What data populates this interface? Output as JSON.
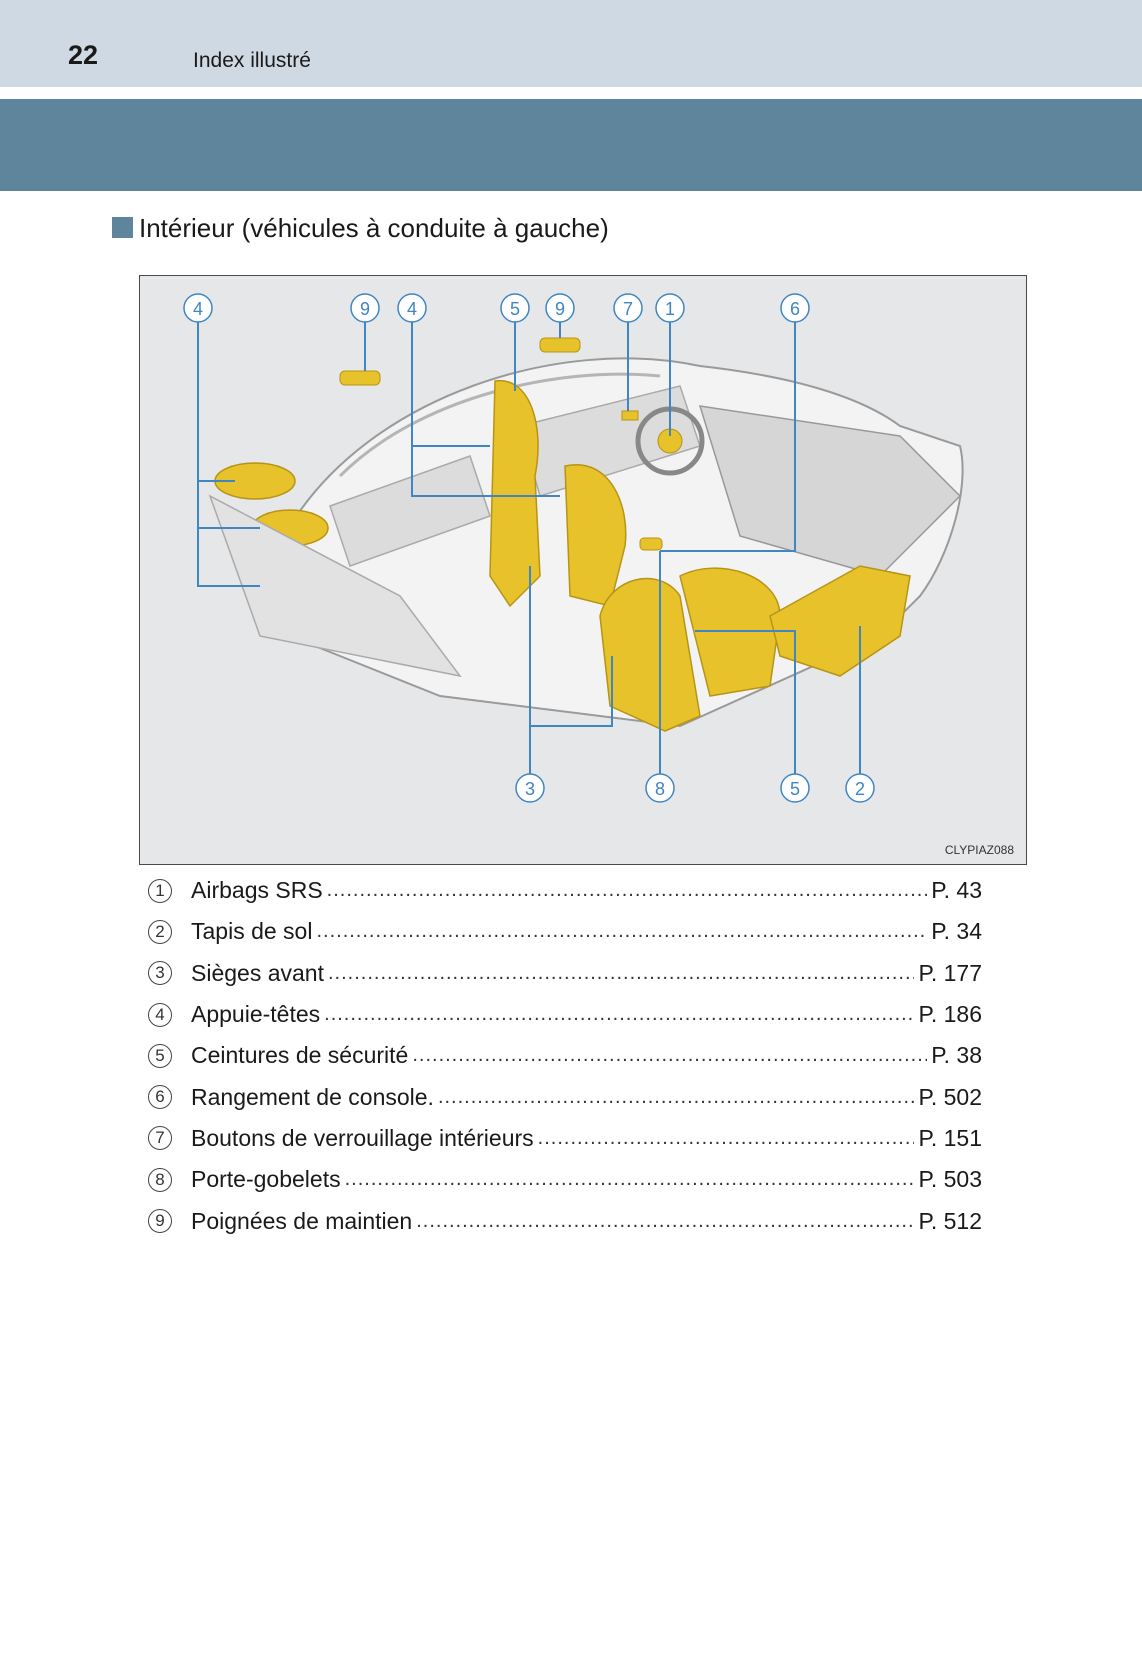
{
  "header": {
    "page_number": "22",
    "title": "Index illustré",
    "band_color": "#5f859d",
    "top_color": "#cfd9e3"
  },
  "section": {
    "title": "Intérieur (véhicules à conduite à gauche)"
  },
  "figure": {
    "code": "CLYPIAZ088",
    "highlight_color": "#e8c22a",
    "callout_color": "#3f86c2",
    "top_callouts": [
      "4",
      "9",
      "4",
      "5",
      "9",
      "7",
      "1",
      "6"
    ],
    "bottom_callouts": [
      "3",
      "8",
      "5",
      "2"
    ]
  },
  "legend": [
    {
      "num": "1",
      "label": "Airbags SRS",
      "page": "P. 43"
    },
    {
      "num": "2",
      "label": "Tapis de sol",
      "page": "P. 34"
    },
    {
      "num": "3",
      "label": "Sièges avant",
      "page": "P. 177"
    },
    {
      "num": "4",
      "label": "Appuie-têtes",
      "page": "P. 186"
    },
    {
      "num": "5",
      "label": "Ceintures de sécurité",
      "page": "P. 38"
    },
    {
      "num": "6",
      "label": "Rangement de console.",
      "page": "P. 502"
    },
    {
      "num": "7",
      "label": "Boutons de verrouillage intérieurs",
      "page": "P. 151"
    },
    {
      "num": "8",
      "label": "Porte-gobelets",
      "page": "P. 503"
    },
    {
      "num": "9",
      "label": "Poignées de maintien",
      "page": "P. 512"
    }
  ]
}
